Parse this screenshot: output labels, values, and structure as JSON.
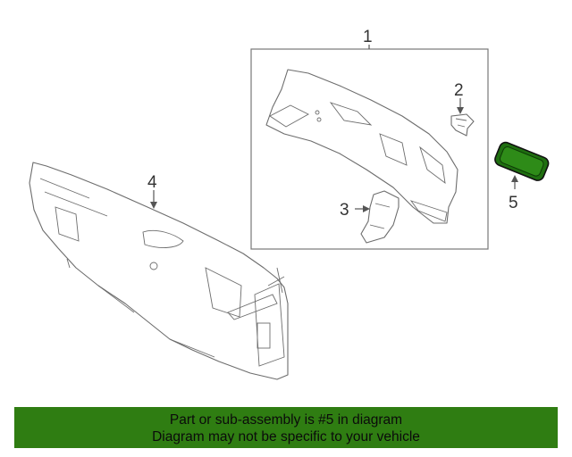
{
  "callouts": {
    "c1": "1",
    "c2": "2",
    "c3": "3",
    "c4": "4",
    "c5": "5"
  },
  "banner": {
    "line1": "Part or sub-assembly is #5 in diagram",
    "line2": "Diagram may not be specific to your vehicle",
    "background_color": "#2f7d12"
  },
  "highlight_color": "#2e8b18"
}
